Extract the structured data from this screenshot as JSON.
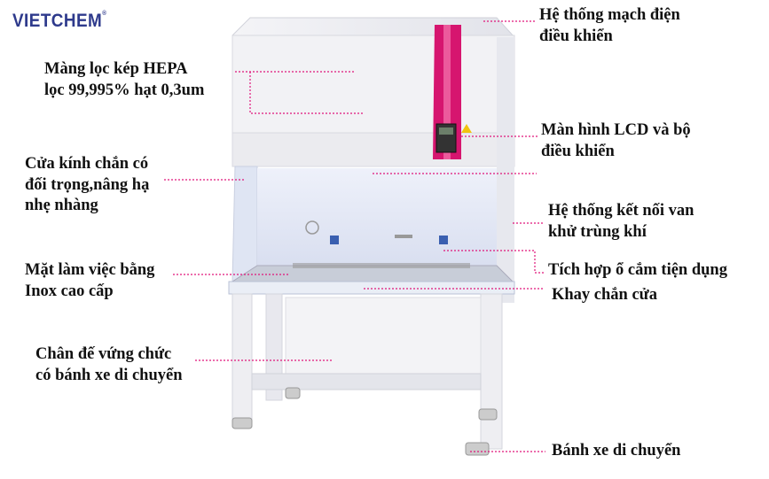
{
  "logo": {
    "text": "VIETCHEM",
    "color": "#2e3a8c"
  },
  "accent_color": "#e0147a",
  "labels": {
    "hepa": [
      "Màng lọc kép HEPA",
      "lọc 99,995% hạt 0,3um"
    ],
    "glass": [
      "Cửa kính chắn có",
      "đối trọng,nâng hạ",
      "nhẹ nhàng"
    ],
    "worksurface": [
      "Mặt làm việc bằng",
      "Inox cao cấp"
    ],
    "stand": [
      "Chân đế vứng chức",
      "có bánh xe di chuyển"
    ],
    "circuit": [
      "Hệ thống mạch điện",
      "điều khiển"
    ],
    "lcd": [
      "Màn hình LCD và bộ",
      "điều khiển"
    ],
    "valve": [
      "Hệ thống kết nối van",
      "khử trùng khí"
    ],
    "socket": [
      "Tích hợp ổ cắm tiện dụng"
    ],
    "tray": [
      "Khay chắn cửa"
    ],
    "wheel": [
      "Bánh xe di chuyển"
    ]
  }
}
